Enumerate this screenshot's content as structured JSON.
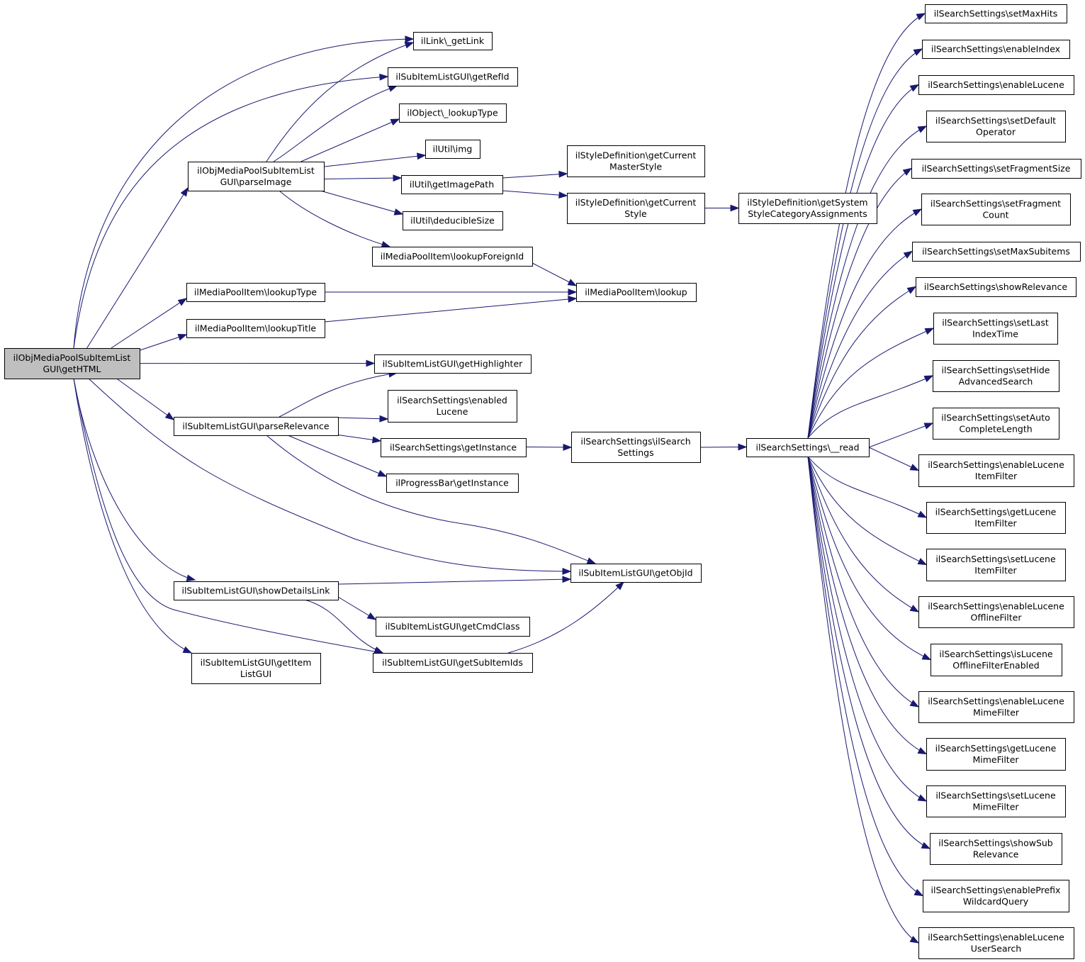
{
  "graph": {
    "colors": {
      "edge": "#191970",
      "node_border": "#000000",
      "root_fill": "#bfbfbf",
      "node_fill": "#ffffff"
    },
    "nodes": [
      {
        "id": "getHTML",
        "lines": [
          "ilObjMediaPoolSubItemList",
          "GUI\\getHTML"
        ],
        "root": true
      },
      {
        "id": "getLink",
        "lines": [
          "ilLink\\_getLink"
        ]
      },
      {
        "id": "getRefId",
        "lines": [
          "ilSubItemListGUI\\getRefId"
        ]
      },
      {
        "id": "lookupTypeObj",
        "lines": [
          "ilObject\\_lookupType"
        ]
      },
      {
        "id": "img",
        "lines": [
          "ilUtil\\img"
        ]
      },
      {
        "id": "parseImage",
        "lines": [
          "ilObjMediaPoolSubItemList",
          "GUI\\parseImage"
        ]
      },
      {
        "id": "getImagePath",
        "lines": [
          "ilUtil\\getImagePath"
        ]
      },
      {
        "id": "deducibleSize",
        "lines": [
          "ilUtil\\deducibleSize"
        ]
      },
      {
        "id": "lookupForeignId",
        "lines": [
          "ilMediaPoolItem\\lookupForeignId"
        ]
      },
      {
        "id": "getCurrentMasterStyle",
        "lines": [
          "ilStyleDefinition\\getCurrent",
          "MasterStyle"
        ]
      },
      {
        "id": "getCurrentStyle",
        "lines": [
          "ilStyleDefinition\\getCurrent",
          "Style"
        ]
      },
      {
        "id": "getSystemStyleCat",
        "lines": [
          "ilStyleDefinition\\getSystem",
          "StyleCategoryAssignments"
        ]
      },
      {
        "id": "mpLookupType",
        "lines": [
          "ilMediaPoolItem\\lookupType"
        ]
      },
      {
        "id": "mpLookup",
        "lines": [
          "ilMediaPoolItem\\lookup"
        ]
      },
      {
        "id": "mpLookupTitle",
        "lines": [
          "ilMediaPoolItem\\lookupTitle"
        ]
      },
      {
        "id": "getHighlighter",
        "lines": [
          "ilSubItemListGUI\\getHighlighter"
        ]
      },
      {
        "id": "enabledLucene",
        "lines": [
          "ilSearchSettings\\enabled",
          "Lucene"
        ]
      },
      {
        "id": "parseRelevance",
        "lines": [
          "ilSubItemListGUI\\parseRelevance"
        ]
      },
      {
        "id": "ssGetInstance",
        "lines": [
          "ilSearchSettings\\getInstance"
        ]
      },
      {
        "id": "ssConstruct",
        "lines": [
          "ilSearchSettings\\ilSearch",
          "Settings"
        ]
      },
      {
        "id": "ssRead",
        "lines": [
          "ilSearchSettings\\__read"
        ]
      },
      {
        "id": "pbGetInstance",
        "lines": [
          "ilProgressBar\\getInstance"
        ]
      },
      {
        "id": "getObjId",
        "lines": [
          "ilSubItemListGUI\\getObjId"
        ]
      },
      {
        "id": "showDetailsLink",
        "lines": [
          "ilSubItemListGUI\\showDetailsLink"
        ]
      },
      {
        "id": "getCmdClass",
        "lines": [
          "ilSubItemListGUI\\getCmdClass"
        ]
      },
      {
        "id": "getSubItemIds",
        "lines": [
          "ilSubItemListGUI\\getSubItemIds"
        ]
      },
      {
        "id": "getItemListGUI",
        "lines": [
          "ilSubItemListGUI\\getItem",
          "ListGUI"
        ]
      },
      {
        "id": "setMaxHits",
        "lines": [
          "ilSearchSettings\\setMaxHits"
        ]
      },
      {
        "id": "enableIndex",
        "lines": [
          "ilSearchSettings\\enableIndex"
        ]
      },
      {
        "id": "enableLucene",
        "lines": [
          "ilSearchSettings\\enableLucene"
        ]
      },
      {
        "id": "setDefaultOperator",
        "lines": [
          "ilSearchSettings\\setDefault",
          "Operator"
        ]
      },
      {
        "id": "setFragmentSize",
        "lines": [
          "ilSearchSettings\\setFragmentSize"
        ]
      },
      {
        "id": "setFragmentCount",
        "lines": [
          "ilSearchSettings\\setFragment",
          "Count"
        ]
      },
      {
        "id": "setMaxSubitems",
        "lines": [
          "ilSearchSettings\\setMaxSubitems"
        ]
      },
      {
        "id": "showRelevance",
        "lines": [
          "ilSearchSettings\\showRelevance"
        ]
      },
      {
        "id": "setLastIndexTime",
        "lines": [
          "ilSearchSettings\\setLast",
          "IndexTime"
        ]
      },
      {
        "id": "setHideAdvancedSearch",
        "lines": [
          "ilSearchSettings\\setHide",
          "AdvancedSearch"
        ]
      },
      {
        "id": "setAutoCompleteLength",
        "lines": [
          "ilSearchSettings\\setAuto",
          "CompleteLength"
        ]
      },
      {
        "id": "enableLuceneItemFilter",
        "lines": [
          "ilSearchSettings\\enableLucene",
          "ItemFilter"
        ]
      },
      {
        "id": "getLuceneItemFilter",
        "lines": [
          "ilSearchSettings\\getLucene",
          "ItemFilter"
        ]
      },
      {
        "id": "setLuceneItemFilter",
        "lines": [
          "ilSearchSettings\\setLucene",
          "ItemFilter"
        ]
      },
      {
        "id": "enableLuceneOfflineFilter",
        "lines": [
          "ilSearchSettings\\enableLucene",
          "OfflineFilter"
        ]
      },
      {
        "id": "isLuceneOfflineFilterEnabled",
        "lines": [
          "ilSearchSettings\\isLucene",
          "OfflineFilterEnabled"
        ]
      },
      {
        "id": "enableLuceneMimeFilter",
        "lines": [
          "ilSearchSettings\\enableLucene",
          "MimeFilter"
        ]
      },
      {
        "id": "getLuceneMimeFilter",
        "lines": [
          "ilSearchSettings\\getLucene",
          "MimeFilter"
        ]
      },
      {
        "id": "setLuceneMimeFilter",
        "lines": [
          "ilSearchSettings\\setLucene",
          "MimeFilter"
        ]
      },
      {
        "id": "showSubRelevance",
        "lines": [
          "ilSearchSettings\\showSub",
          "Relevance"
        ]
      },
      {
        "id": "enablePrefixWildcardQuery",
        "lines": [
          "ilSearchSettings\\enablePrefix",
          "WildcardQuery"
        ]
      },
      {
        "id": "enableLuceneUserSearch",
        "lines": [
          "ilSearchSettings\\enableLucene",
          "UserSearch"
        ]
      }
    ],
    "edges": [
      [
        "getHTML",
        "getLink"
      ],
      [
        "getHTML",
        "getRefId"
      ],
      [
        "getHTML",
        "parseImage"
      ],
      [
        "getHTML",
        "mpLookupType"
      ],
      [
        "getHTML",
        "mpLookupTitle"
      ],
      [
        "getHTML",
        "getHighlighter"
      ],
      [
        "getHTML",
        "parseRelevance"
      ],
      [
        "getHTML",
        "getObjId"
      ],
      [
        "getHTML",
        "showDetailsLink"
      ],
      [
        "getHTML",
        "getSubItemIds"
      ],
      [
        "getHTML",
        "getItemListGUI"
      ],
      [
        "parseImage",
        "getLink"
      ],
      [
        "parseImage",
        "getRefId"
      ],
      [
        "parseImage",
        "lookupTypeObj"
      ],
      [
        "parseImage",
        "img"
      ],
      [
        "parseImage",
        "getImagePath"
      ],
      [
        "parseImage",
        "deducibleSize"
      ],
      [
        "parseImage",
        "lookupForeignId"
      ],
      [
        "getImagePath",
        "getCurrentMasterStyle"
      ],
      [
        "getImagePath",
        "getCurrentStyle"
      ],
      [
        "getCurrentStyle",
        "getSystemStyleCat"
      ],
      [
        "lookupForeignId",
        "mpLookup"
      ],
      [
        "mpLookupType",
        "mpLookup"
      ],
      [
        "mpLookupTitle",
        "mpLookup"
      ],
      [
        "parseRelevance",
        "getHighlighter"
      ],
      [
        "parseRelevance",
        "enabledLucene"
      ],
      [
        "parseRelevance",
        "ssGetInstance"
      ],
      [
        "parseRelevance",
        "pbGetInstance"
      ],
      [
        "parseRelevance",
        "getObjId"
      ],
      [
        "ssGetInstance",
        "ssConstruct"
      ],
      [
        "ssConstruct",
        "ssRead"
      ],
      [
        "showDetailsLink",
        "getObjId"
      ],
      [
        "showDetailsLink",
        "getCmdClass"
      ],
      [
        "showDetailsLink",
        "getSubItemIds"
      ],
      [
        "getSubItemIds",
        "getObjId"
      ],
      [
        "ssRead",
        "setMaxHits"
      ],
      [
        "ssRead",
        "enableIndex"
      ],
      [
        "ssRead",
        "enableLucene"
      ],
      [
        "ssRead",
        "setDefaultOperator"
      ],
      [
        "ssRead",
        "setFragmentSize"
      ],
      [
        "ssRead",
        "setFragmentCount"
      ],
      [
        "ssRead",
        "setMaxSubitems"
      ],
      [
        "ssRead",
        "showRelevance"
      ],
      [
        "ssRead",
        "setLastIndexTime"
      ],
      [
        "ssRead",
        "setHideAdvancedSearch"
      ],
      [
        "ssRead",
        "setAutoCompleteLength"
      ],
      [
        "ssRead",
        "enableLuceneItemFilter"
      ],
      [
        "ssRead",
        "getLuceneItemFilter"
      ],
      [
        "ssRead",
        "setLuceneItemFilter"
      ],
      [
        "ssRead",
        "enableLuceneOfflineFilter"
      ],
      [
        "ssRead",
        "isLuceneOfflineFilterEnabled"
      ],
      [
        "ssRead",
        "enableLuceneMimeFilter"
      ],
      [
        "ssRead",
        "getLuceneMimeFilter"
      ],
      [
        "ssRead",
        "setLuceneMimeFilter"
      ],
      [
        "ssRead",
        "showSubRelevance"
      ],
      [
        "ssRead",
        "enablePrefixWildcardQuery"
      ],
      [
        "ssRead",
        "enableLuceneUserSearch"
      ]
    ]
  }
}
